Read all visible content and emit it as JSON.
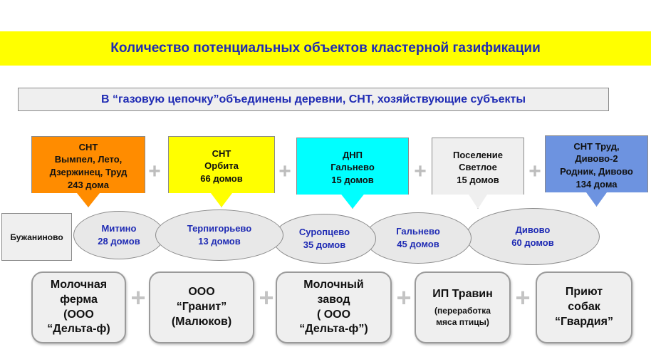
{
  "title": "Количество потенциальных объектов кластерной газификации",
  "subtitle": "В “газовую цепочку”объединены  деревни, СНТ, хозяйствующие субъекты",
  "top_boxes": [
    {
      "text": "СНТ\nВымпел, Лето,\nДзержинец, Труд\n243 дома",
      "color": "#ff8c00"
    },
    {
      "text": "СНТ\nОрбита\n66 домов",
      "color": "#ffff00"
    },
    {
      "text": "ДНП\nГальнево\n15 домов",
      "color": "#00ffff"
    },
    {
      "text": "Поселение\nСветлое\n15 домов",
      "color": "#efefef"
    },
    {
      "text": "СНТ Труд,\nДивово-2\nРодник, Дивово\n134 дома",
      "color": "#6d93e0"
    }
  ],
  "left_box": "Бужаниново",
  "villages": [
    "Митино\n28 домов",
    "Терпигорьево\n13 домов",
    "Суропцево\n35 домов",
    "Гальнево\n45 домов",
    "Дивово\n60 домов"
  ],
  "enterprises": [
    {
      "main": "Молочная\nферма\n(ООО\n“Дельта-ф)",
      "sub": ""
    },
    {
      "main": "ООО\n“Гранит”\n(Малюков)",
      "sub": ""
    },
    {
      "main": "Молочный\nзавод\n( ООО\n“Дельта-ф”)",
      "sub": ""
    },
    {
      "main": "ИП Травин",
      "sub": "(переработка\nмяса птицы)"
    },
    {
      "main": "Приют\nсобак\n“Гвардия”",
      "sub": ""
    }
  ],
  "plus_symbol": "+",
  "icons": [
    "plus-icon"
  ],
  "colors": {
    "title_band": "#ffff00",
    "title_text": "#1f2bb4",
    "oval_text": "#1f2bb4"
  }
}
